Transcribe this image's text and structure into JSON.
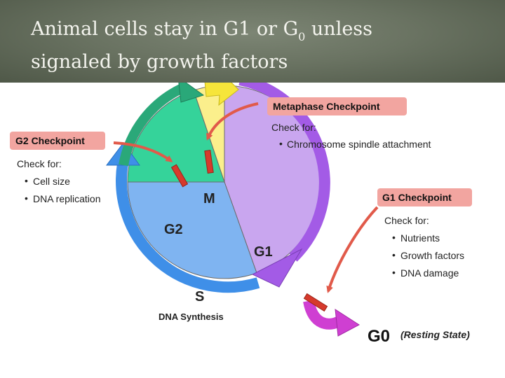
{
  "slide": {
    "title_main": "Animal cells stay in G1 or G",
    "title_sub": "0",
    "title_rest": " unless",
    "title_line2": "signaled by growth factors"
  },
  "diagram": {
    "phases": {
      "m": "M",
      "g2": "G2",
      "g1": "G1",
      "s": "S",
      "s_desc": "DNA Synthesis",
      "g0": "G0",
      "g0_desc": "(Resting State)"
    },
    "checkpoints": {
      "metaphase": {
        "title": "Metaphase Checkpoint",
        "check_for": "Check for:",
        "items": [
          "Chromosome spindle attachment"
        ]
      },
      "g2": {
        "title": "G2 Checkpoint",
        "check_for": "Check for:",
        "items": [
          "Cell size",
          "DNA replication"
        ]
      },
      "g1": {
        "title": "G1 Checkpoint",
        "check_for": "Check for:",
        "items": [
          "Nutrients",
          "Growth factors",
          "DNA damage"
        ]
      }
    },
    "colors": {
      "g1_fill": "#c9a6ef",
      "s_fill": "#7fb4f1",
      "g2_fill": "#35d39a",
      "m_fill": "#fbef8c",
      "checkpoint_box": "#f2a5a0",
      "arrow_red": "#e15a4a",
      "bar_red": "#d63a2c",
      "purple_arrow": "#a35be6",
      "blue_arrow": "#3f8fe8",
      "green_arrow": "#2aa879",
      "yellow_arrow": "#f6e53a",
      "magenta_arrow": "#cf3fd2"
    }
  }
}
